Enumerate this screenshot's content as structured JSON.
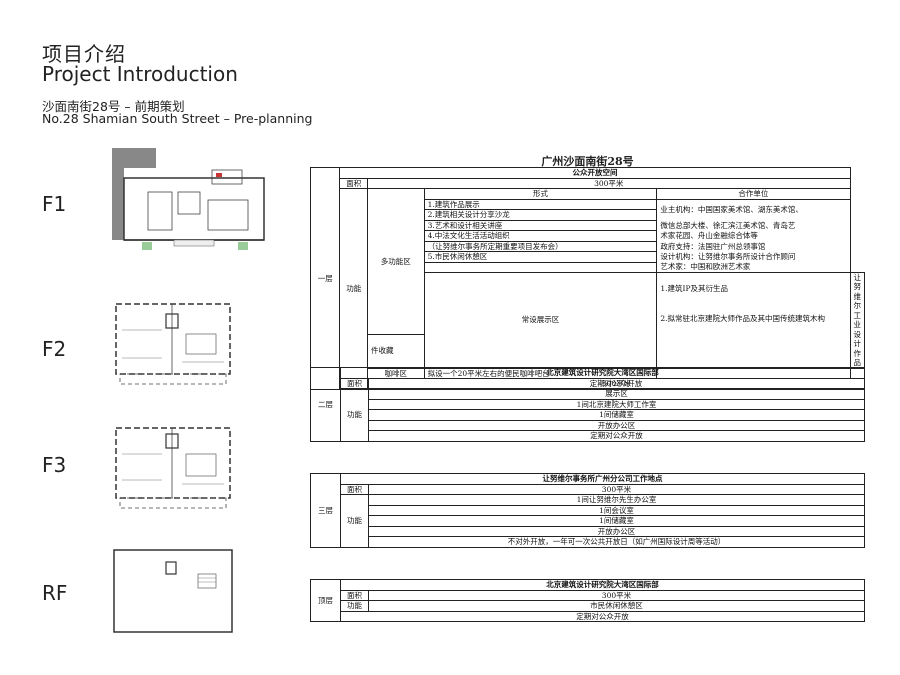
{
  "header": {
    "title_cn": "项目介绍",
    "title_en": "Project Introduction",
    "subtitle_cn": "沙面南街28号 – 前期策划",
    "subtitle_en": "No.28 Shamian South Street – Pre-planning"
  },
  "floor_labels": [
    "F1",
    "F2",
    "F3",
    "RF"
  ],
  "main_title": "广州沙面南街28号",
  "f1": {
    "floor": "一层",
    "title": "公众开放空间",
    "area_label": "面积",
    "area": "300平米",
    "func_label": "功能",
    "multi_label": "多功能区",
    "col_form": "形式",
    "col_partner": "合作单位",
    "items": [
      "1.建筑作品展示",
      "2.建筑相关设计分享沙龙",
      "3.艺术和设计相关讲座",
      "4.中法文化生活活动组织",
      "（让努维尔事务所定期重要项目发布会）",
      "5.市民休闲休憩区"
    ],
    "partners": [
      "业主机构：中国国家美术馆、湖东美术馆、",
      "微信总部大楼、徐汇滨江美术馆、青岛艺",
      "术家花园、舟山金融综合体等",
      "政府支持：法国驻广州总领事馆",
      "设计机构：让努维尔事务所设计合作顾问",
      "艺术家：中国和欧洲艺术家"
    ],
    "perm_label": "常设展示区",
    "perm_items": [
      "1.建筑IP及其衍生品",
      "2.拟常驻北京建院大师作品及其中国传统建筑木构",
      "件收藏"
    ],
    "perm_partner": "让努维尔工业设计作品",
    "cafe_label": "咖啡区",
    "cafe": "拟设一个20平米左右的便民咖啡吧台",
    "footer": "定期对公众开放"
  },
  "f2": {
    "floor": "二层",
    "title": "北京建筑设计研究院大湾区国际部",
    "area_label": "面积",
    "area": "300平米",
    "func_label": "功能",
    "funcs": [
      "展示区",
      "1间北京建院大师工作室",
      "1间储藏室",
      "开放办公区"
    ],
    "footer": "定期对公众开放"
  },
  "f3": {
    "floor": "三层",
    "title": "让努维尔事务所广州分公司工作地点",
    "area_label": "面积",
    "area": "300平米",
    "func_label": "功能",
    "funcs": [
      "1间让努维尔先生办公室",
      "1间会议室",
      "1间储藏室",
      "开放办公区"
    ],
    "footer": "不对外开放，一年可一次公共开放日（如广州国际设计周等活动）"
  },
  "rf": {
    "floor": "顶层",
    "title": "北京建筑设计研究院大湾区国际部",
    "area_label": "面积",
    "area": "300平米",
    "func_label": "功能",
    "func": "市民休闲休憩区",
    "footer": "定期对公众开放"
  }
}
